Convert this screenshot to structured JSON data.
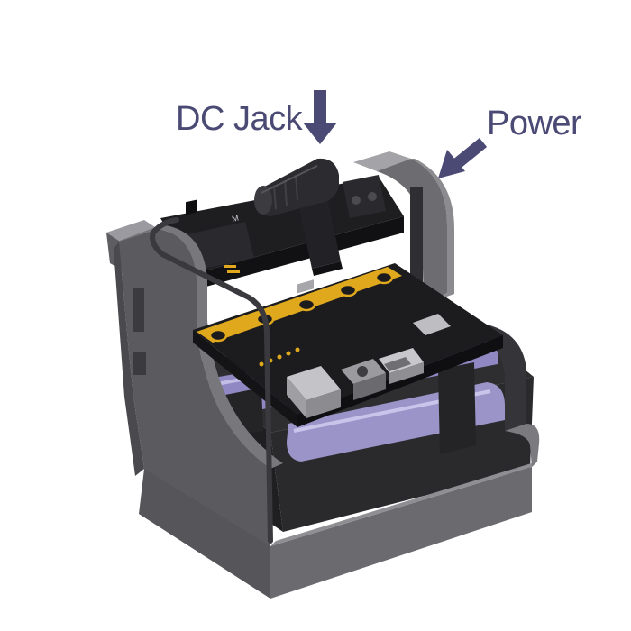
{
  "callouts": {
    "dc_jack": {
      "label": "DC Jack",
      "arrow_direction": "down"
    },
    "power": {
      "label": "Power",
      "arrow_direction": "down-left"
    }
  },
  "colors": {
    "label_and_arrows": "#4a4a75",
    "case_dark": "#3d3d40",
    "case_mid": "#5a5a5e",
    "case_light": "#8d8d92",
    "pcb_black": "#1c1c1e",
    "pad_gold": "#e0a81c",
    "battery_lavender": "#9a94c8"
  }
}
